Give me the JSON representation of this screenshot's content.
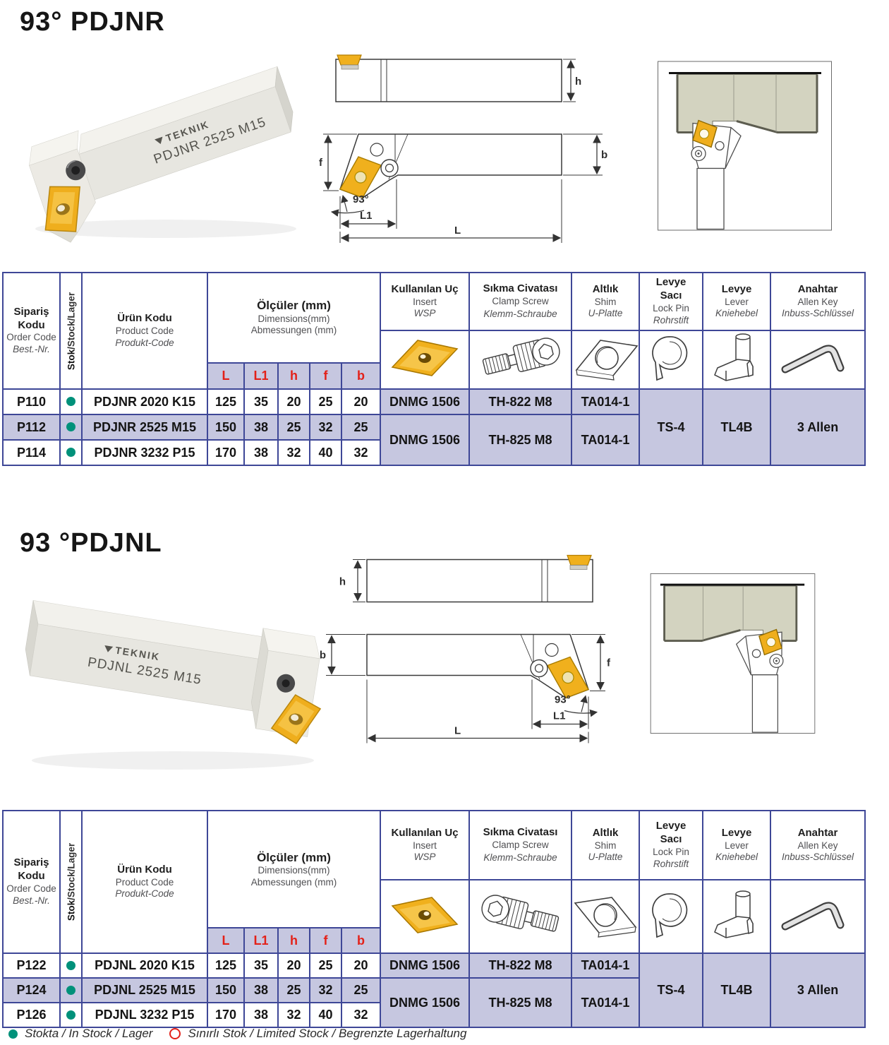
{
  "legend": {
    "in_stock": "Stokta / In Stock / Lager",
    "limited": "Sınırlı Stok / Limited Stock / Begrenzte Lagerhaltung"
  },
  "drawing_labels": {
    "h": "h",
    "b": "b",
    "f": "f",
    "l1": "L1",
    "l": "L",
    "angle": "93°"
  },
  "columns": {
    "order": {
      "tr": "Sipariş Kodu",
      "en": "Order Code",
      "de": "Best.-Nr."
    },
    "stock": {
      "tr": "Stok",
      "rest": "/Stock/Lager"
    },
    "product": {
      "tr": "Ürün Kodu",
      "en": "Product Code",
      "de": "Produkt-Code"
    },
    "dims": {
      "tr": "Ölçüler (mm)",
      "en": "Dimensions(mm)",
      "de": "Abmessungen (mm)",
      "letters": [
        "L",
        "L1",
        "h",
        "f",
        "b"
      ]
    },
    "insert": {
      "tr": "Kullanılan Uç",
      "en": "Insert",
      "de": "WSP"
    },
    "screw": {
      "tr": "Sıkma Civatası",
      "en": "Clamp Screw",
      "de": "Klemm-Schraube"
    },
    "shim": {
      "tr": "Altlık",
      "en": "Shim",
      "de": "U-Platte"
    },
    "lockpin": {
      "tr": "Levye Sacı",
      "en": "Lock Pin",
      "de": "Rohrstift"
    },
    "lever": {
      "tr": "Levye",
      "en": "Lever",
      "de": "Kniehebel"
    },
    "key": {
      "tr": "Anahtar",
      "en": "Allen Key",
      "de": "Inbuss-Schlüssel"
    }
  },
  "pdjnr": {
    "title": "93° PDJNR",
    "photo": {
      "brand": "TEKNIK",
      "model": "PDJNR 2525 M15"
    },
    "rows": [
      {
        "code": "P110",
        "product": "PDJNR 2020 K15",
        "dims": [
          "125",
          "35",
          "20",
          "25",
          "20"
        ],
        "insert": "DNMG 1506",
        "screw": "TH-822 M8",
        "shim": "TA014-1"
      },
      {
        "code": "P112",
        "product": "PDJNR 2525 M15",
        "dims": [
          "150",
          "38",
          "25",
          "32",
          "25"
        ]
      },
      {
        "code": "P114",
        "product": "PDJNR 3232 P15",
        "dims": [
          "170",
          "38",
          "32",
          "40",
          "32"
        ]
      }
    ],
    "merged": {
      "insert": "DNMG 1506",
      "screw": "TH-825 M8",
      "shim": "TA014-1"
    },
    "common": {
      "lockpin": "TS-4",
      "lever": "TL4B",
      "key": "3 Allen"
    }
  },
  "pdjnl": {
    "title": "93 °PDJNL",
    "photo": {
      "brand": "TEKNIK",
      "model": "PDJNL 2525 M15"
    },
    "rows": [
      {
        "code": "P122",
        "product": "PDJNL 2020 K15",
        "dims": [
          "125",
          "35",
          "20",
          "25",
          "20"
        ],
        "insert": "DNMG 1506",
        "screw": "TH-822 M8",
        "shim": "TA014-1"
      },
      {
        "code": "P124",
        "product": "PDJNL 2525 M15",
        "dims": [
          "150",
          "38",
          "25",
          "32",
          "25"
        ]
      },
      {
        "code": "P126",
        "product": "PDJNL 3232 P15",
        "dims": [
          "170",
          "38",
          "32",
          "40",
          "32"
        ]
      }
    ],
    "merged": {
      "insert": "DNMG 1506",
      "screw": "TH-825 M8",
      "shim": "TA014-1"
    },
    "common": {
      "lockpin": "TS-4",
      "lever": "TL4B",
      "key": "3 Allen"
    }
  }
}
